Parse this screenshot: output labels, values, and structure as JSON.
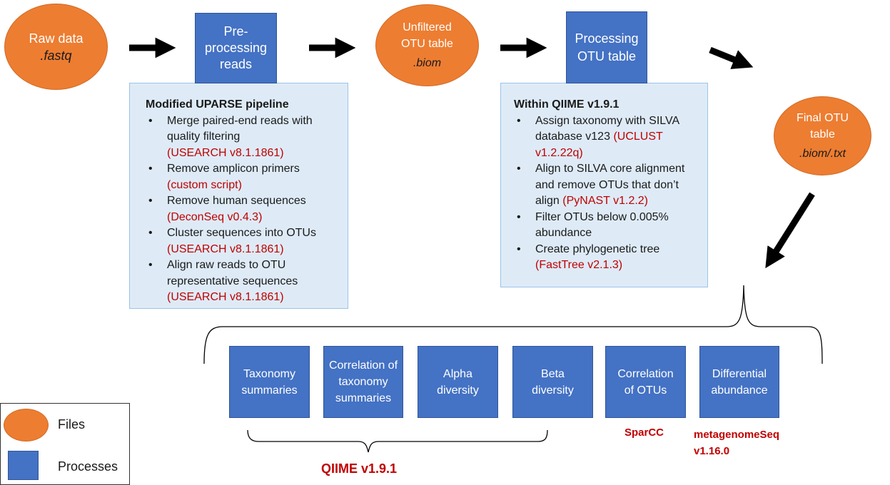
{
  "files": {
    "raw": {
      "title": "Raw data",
      "ext": ".fastq"
    },
    "unfiltered": {
      "title": "Unfiltered OTU table",
      "ext": ".biom"
    },
    "final": {
      "title": "Final OTU table",
      "ext": ".biom/.txt"
    }
  },
  "processes": {
    "preprocessing": "Pre-processing reads",
    "processing": "Processing OTU table"
  },
  "uparse_box": {
    "heading": "Modified UPARSE pipeline",
    "items": [
      {
        "text": "Merge paired-end reads with quality filtering",
        "tool": "(USEARCH v8.1.1861)"
      },
      {
        "text": "Remove amplicon primers",
        "tool": "(custom script)"
      },
      {
        "text": "Remove human sequences",
        "tool": "(DeconSeq v0.4.3)"
      },
      {
        "text": "Cluster sequences into OTUs",
        "tool": "(USEARCH v8.1.1861)"
      },
      {
        "text": "Align raw reads to OTU representative sequences",
        "tool": "(USEARCH v8.1.1861)"
      }
    ]
  },
  "qiime_box": {
    "heading": "Within QIIME v1.9.1",
    "items": [
      {
        "text": "Assign taxonomy with SILVA database v123",
        "tool": "(UCLUST v1.2.22q)"
      },
      {
        "text": "Align to SILVA core alignment and remove OTUs that don’t align",
        "tool": "(PyNAST v1.2.2)"
      },
      {
        "text": "Filter OTUs below 0.005% abundance",
        "tool": ""
      },
      {
        "text": "Create phylogenetic tree",
        "tool": "(FastTree v2.1.3)"
      }
    ]
  },
  "analyses": [
    "Taxonomy summaries",
    "Correlation of taxonomy summaries",
    "Alpha diversity",
    "Beta diversity",
    "Correlation of OTUs",
    "Differential abundance"
  ],
  "tool_labels": {
    "qiime": "QIIME v1.9.1",
    "sparcc": "SparCC",
    "metagenomeseq": "metagenomeSeq v1.16.0"
  },
  "legend": {
    "files": "Files",
    "processes": "Processes"
  },
  "colors": {
    "file": "#ED7D31",
    "process": "#4472C4",
    "info_box": "#DEEBF7",
    "tool_text": "#C00000"
  }
}
